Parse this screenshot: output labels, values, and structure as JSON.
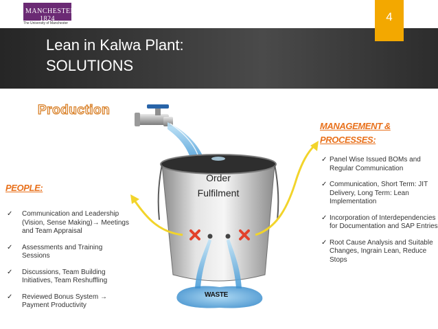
{
  "header": {
    "logo_text": "MANCHESTER 1824",
    "logo_subtitle": "The University of Manchester",
    "title_line1": "Lean in Kalwa Plant:",
    "title_line2": "SOLUTIONS",
    "slide_number": "4"
  },
  "section_title": "Production",
  "people": {
    "title": "PEOPLE:",
    "items": [
      "Communication and Leadership (Vision, Sense Making)→ Meetings and Team Appraisal",
      "Assessments and Training Sessions",
      "Discussions, Team Building Initiatives, Team Reshuffling",
      "Reviewed Bonus System → Payment Productivity"
    ]
  },
  "management": {
    "title_line1": "MANAGEMENT &",
    "title_line2": "PROCESSES:",
    "items": [
      "Panel Wise Issued BOMs and Regular Communication",
      "Communication, Short Term: JIT Delivery, Long Term: Lean Implementation",
      "Incorporation of Interdependencies for Documentation and SAP Entries",
      "Root Cause Analysis and Suitable Changes, Ingrain Lean, Reduce Stops"
    ]
  },
  "bucket": {
    "label_line1": "Order",
    "label_line2": "Fulfilment",
    "waste_label": "WASTE"
  },
  "colors": {
    "accent_orange": "#e8701b",
    "badge": "#f3a800",
    "arrow_yellow": "#f2d42b",
    "water_blue": "#4aa3df"
  },
  "icons": [
    "check-icon",
    "tap-icon",
    "bucket-icon",
    "cross-icon",
    "arrow-icon"
  ]
}
